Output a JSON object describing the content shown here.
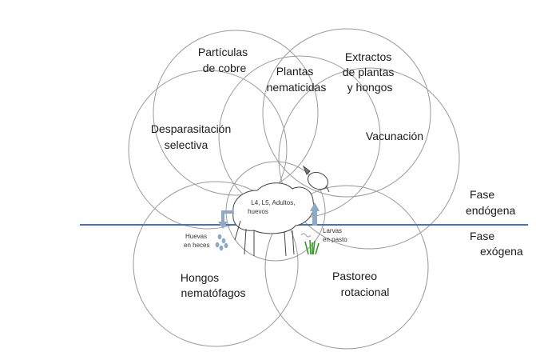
{
  "strategies": {
    "copper": [
      "Partículas",
      "de cobre"
    ],
    "plants": [
      "Plantas",
      "nematicidas"
    ],
    "extracts": [
      "Extractos",
      "de plantas",
      "y hongos"
    ],
    "selective": [
      "Desparasitación",
      "selectiva"
    ],
    "vaccination": [
      "Vacunación"
    ],
    "fungi": [
      "Hongos",
      "nematófagos"
    ],
    "grazing": [
      "Pastoreo",
      "rotacional"
    ]
  },
  "phases": {
    "endogenous": [
      "Fase",
      "endógena"
    ],
    "exogenous": [
      "Fase",
      "exógena"
    ]
  },
  "lifecycle": {
    "adults": [
      "L4, L5, Adultos,",
      "huevos"
    ],
    "eggs_in_feces": [
      "Huevas",
      "en heces"
    ],
    "larvae_on_pasture": [
      "Larvas",
      "en pasto"
    ]
  },
  "colors": {
    "circles": "#9a9a9a",
    "divider": "#4a72b0",
    "arrows": "#8ea9c8",
    "grass": "#3a9a2a"
  }
}
